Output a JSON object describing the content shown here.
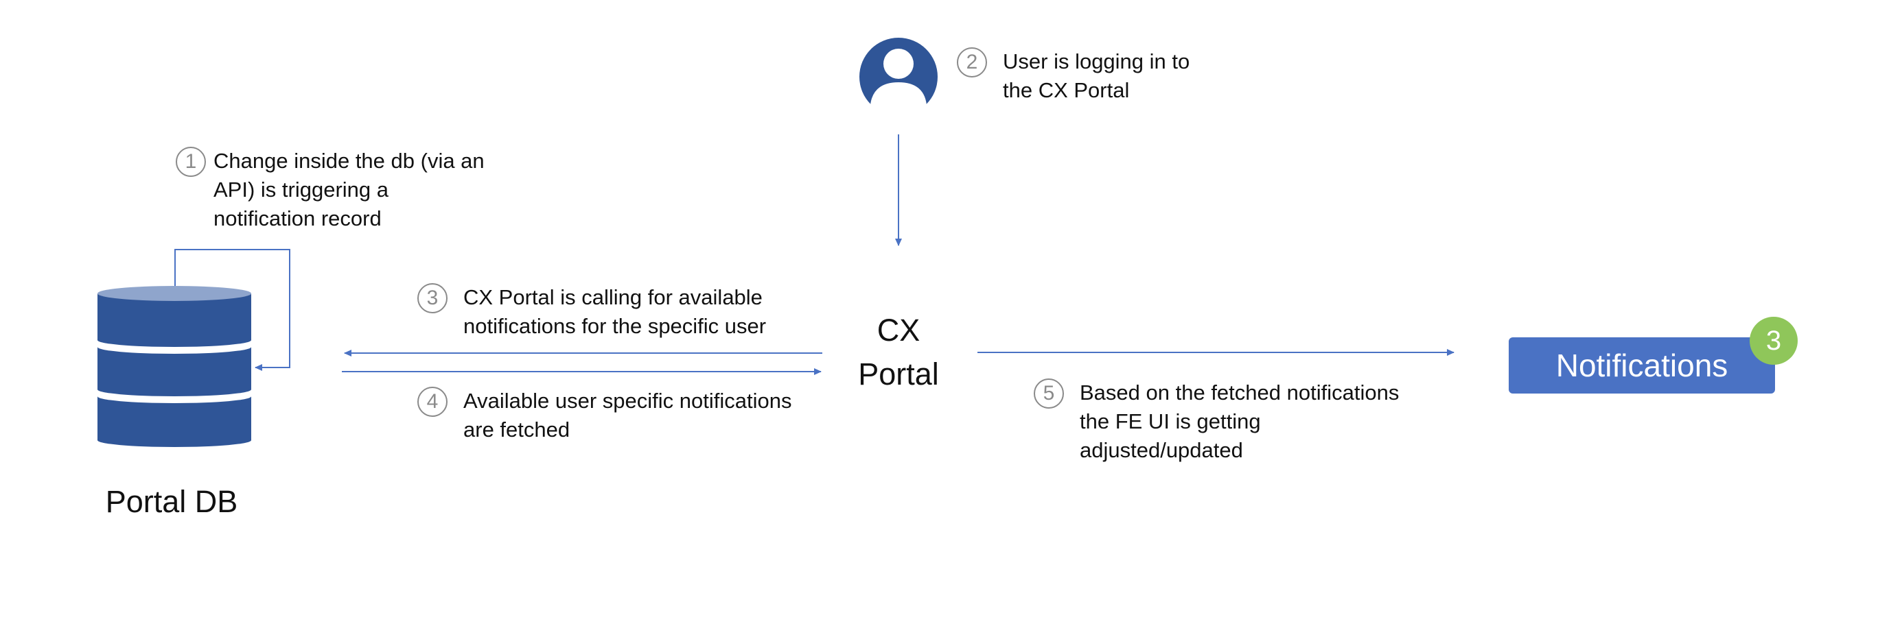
{
  "actors": {
    "database": {
      "label": "Portal DB"
    },
    "portal": {
      "label_line1": "CX",
      "label_line2": "Portal"
    },
    "user": {
      "icon": "user-avatar-icon"
    }
  },
  "steps": [
    {
      "number": "1",
      "lines": [
        "Change inside the db (via an",
        "API) is triggering a",
        "notification record"
      ]
    },
    {
      "number": "2",
      "lines": [
        "User is logging in to",
        "the CX Portal"
      ]
    },
    {
      "number": "3",
      "lines": [
        "CX Portal is calling for available",
        "notifications for the specific user"
      ]
    },
    {
      "number": "4",
      "lines": [
        "Available user specific notifications",
        "are fetched"
      ]
    },
    {
      "number": "5",
      "lines": [
        "Based on the fetched notifications",
        "the FE UI is getting",
        "adjusted/updated"
      ]
    }
  ],
  "notifications": {
    "label": "Notifications",
    "badge_count": "3"
  },
  "colors": {
    "db_fill": "#2f5597",
    "db_top": "#8fa5cc",
    "arrow": "#4a72c4",
    "user_icon": "#2f5597",
    "button": "#4a72c4",
    "badge": "#8fc65a"
  }
}
